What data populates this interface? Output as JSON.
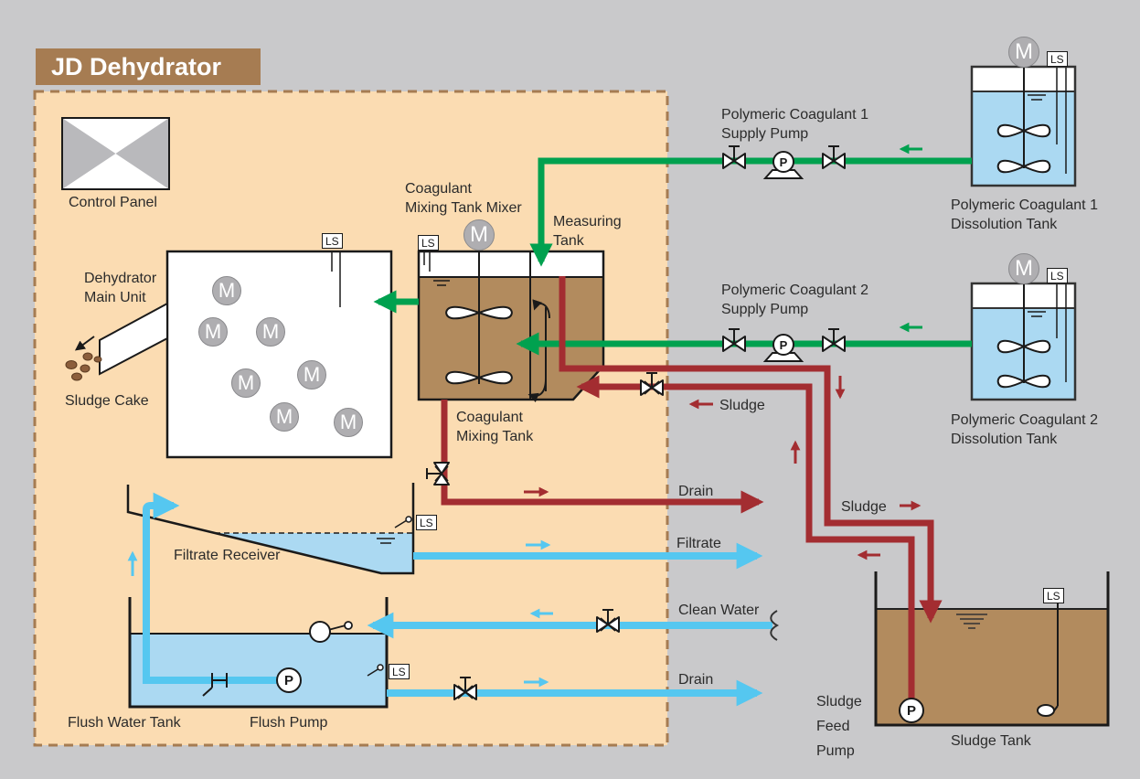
{
  "title": "JD Dehydrator",
  "symbols": {
    "motor": "M",
    "pump": "P",
    "level_switch": "LS"
  },
  "colors": {
    "background": "#C9C9CB",
    "package_fill": "#FBDCB2",
    "accent_brown": "#A67C52",
    "liquid_brown": "#B28B5E",
    "pipe_green": "#00A14F",
    "pipe_red": "#A32D31",
    "pipe_blue": "#55C7F0",
    "liquid_blue": "#ABD9F2",
    "motor_gray": "#AFAEB1"
  },
  "labels": {
    "control_panel": "Control Panel",
    "dehydrator_unit": {
      "line1": "Dehydrator",
      "line2": "Main Unit"
    },
    "sludge_cake": "Sludge Cake",
    "mixing_tank_mixer": {
      "line1": "Coagulant",
      "line2": "Mixing Tank Mixer"
    },
    "measuring_tank": {
      "line1": "Measuring",
      "line2": "Tank"
    },
    "coagulant_mixing_tank": {
      "line1": "Coagulant",
      "line2": "Mixing Tank"
    },
    "pc1_supply_pump": {
      "line1": "Polymeric Coagulant 1",
      "line2": "Supply Pump"
    },
    "pc2_supply_pump": {
      "line1": "Polymeric Coagulant 2",
      "line2": "Supply Pump"
    },
    "pc1_dissolution_tank": {
      "line1": "Polymeric Coagulant 1",
      "line2": "Dissolution Tank"
    },
    "pc2_dissolution_tank": {
      "line1": "Polymeric Coagulant 2",
      "line2": "Dissolution Tank"
    },
    "sludge_inlet": "Sludge",
    "sludge_return": "Sludge",
    "drain_upper": "Drain",
    "filtrate": "Filtrate",
    "clean_water": "Clean Water",
    "drain_lower": "Drain",
    "filtrate_receiver": "Filtrate Receiver",
    "flush_water_tank": "Flush Water Tank",
    "flush_pump": "Flush Pump",
    "sludge_feed_pump": {
      "line1": "Sludge",
      "line2": "Feed",
      "line3": "Pump"
    },
    "sludge_tank": "Sludge Tank"
  }
}
